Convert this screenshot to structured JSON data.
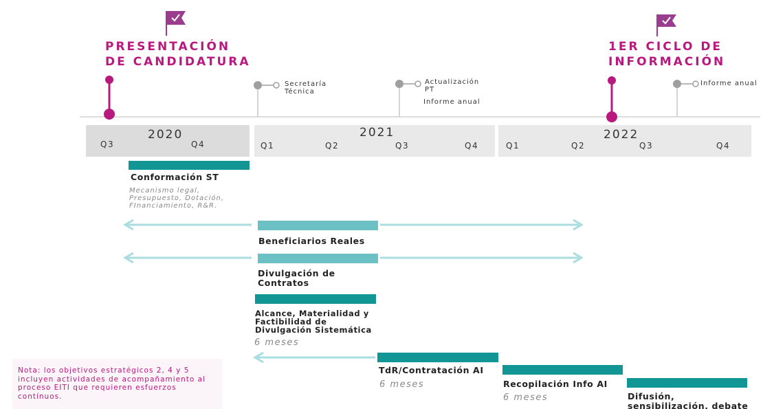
{
  "colors": {
    "magenta": "#b8197e",
    "flag": "#9b3d8e",
    "teal": "#119595",
    "light_teal": "#6cc1c4",
    "arrow": "#a9dde0",
    "event_gray": "#9f9f9f"
  },
  "milestones": [
    {
      "title": "PRESENTACIÓN DE CANDIDATURA",
      "flag_icon": "check-flag-icon"
    },
    {
      "title": "1ER CICLO DE INFORMACIÓN",
      "flag_icon": "check-flag-icon"
    }
  ],
  "timeline": {
    "years": [
      "2020",
      "2021",
      "2022"
    ],
    "quarters_2020": [
      "Q3",
      "Q4"
    ],
    "quarters_2021": [
      "Q1",
      "Q2",
      "Q3",
      "Q4"
    ],
    "quarters_2022": [
      "Q1",
      "Q2",
      "Q3",
      "Q4"
    ]
  },
  "events": [
    {
      "label": "Secretaría Técnica"
    },
    {
      "label": "Actualización PT",
      "sublabel": "Informe anual"
    },
    {
      "label": "Informe anual"
    }
  ],
  "bars": {
    "conformacion": {
      "label": "Conformación ST",
      "sub": "Mecanismo legal, Presupuesto, Dotación, FInanciamiento, R&R."
    },
    "beneficiarios": {
      "label": "Beneficiarios Reales"
    },
    "divulgacion": {
      "label": "Divulgación de Contratos"
    },
    "alcance": {
      "label": "Alcance, Materialidad y Factibilidad de Divulgación Sistemática",
      "duration": "6 meses"
    },
    "tdr": {
      "label": "TdR/Contratación AI",
      "duration": "6 meses"
    },
    "recopilacion": {
      "label": "Recopilación Info AI",
      "duration": "6 meses"
    },
    "difusion": {
      "label": "Difusión, sensibilización, debate público."
    }
  },
  "note": "Nota: los objetivos estratégicos 2, 4 y 5 incluyen actividades de acompañamiento al proceso EITI que requieren esfuerzos contínuos."
}
